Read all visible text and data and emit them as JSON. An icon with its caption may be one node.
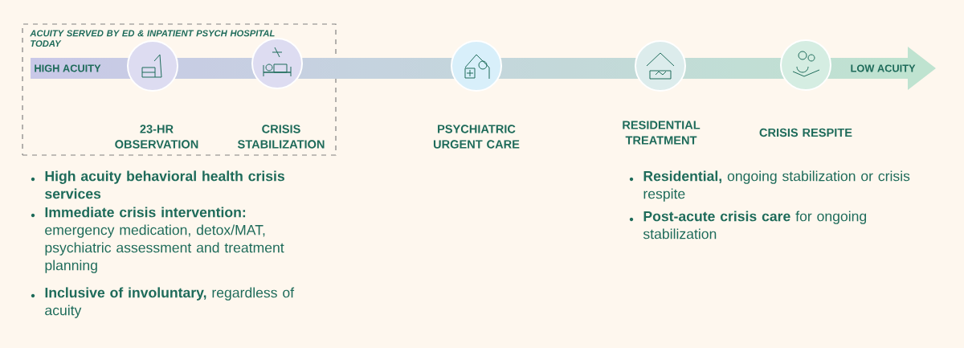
{
  "diagram": {
    "nodes": [
      {
        "text": [
          "ACUITY SERVED BY ED & INPATIENT PSYCH HOSPITAL TODAY"
        ]
      },
      {
        "text": [
          "HIGH ACUITY",
          "LOW ACUITY"
        ]
      },
      {
        "text": [],
        "shape": "circle",
        "in": 0,
        "beside": [
          "23-HR OBSERVATION"
        ]
      },
      {
        "text": [],
        "shape": "circle",
        "in": 0,
        "beside": [
          "CRISIS STABILIZATION"
        ]
      },
      {
        "text": [],
        "shape": "circle",
        "beside": [
          "PSYCHIATRIC URGENT CARE"
        ]
      },
      {
        "text": [],
        "shape": "circle",
        "beside": [
          "RESIDENTIAL TREATMENT"
        ]
      },
      {
        "text": [],
        "shape": "circle",
        "beside": [
          "CRISIS RESPITE"
        ]
      }
    ],
    "labels": [
      "High acuity behavioral health crisis services",
      "**Immediate crisis intervention:** emergency medication, detox/MAT, psychiatric assessment and treatment planning",
      "**Inclusive of involuntary,** regardless of acuity",
      "**Residential,** ongoing stabilization or crisis respite",
      "**Post-acute crisis care** for ongoing stabilization"
    ]
  }
}
